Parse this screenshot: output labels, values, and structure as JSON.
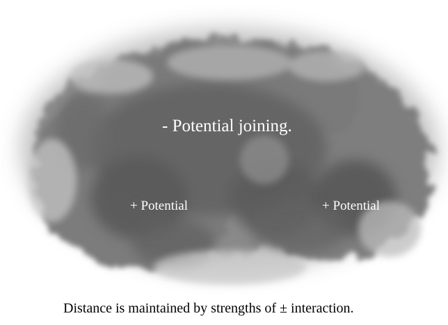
{
  "labels": {
    "center": "- Potential joining.",
    "left": "+ Potential",
    "right": "+ Potential"
  },
  "caption": "Distance is maintained by strengths of ± interaction.",
  "colors": {
    "background": "#ffffff",
    "cloud_dark": "#5a5a5a",
    "cloud_mid": "#7a7a7a",
    "cloud_light": "#d8d8d8",
    "label_text": "#ffffff",
    "caption_text": "#000000"
  }
}
